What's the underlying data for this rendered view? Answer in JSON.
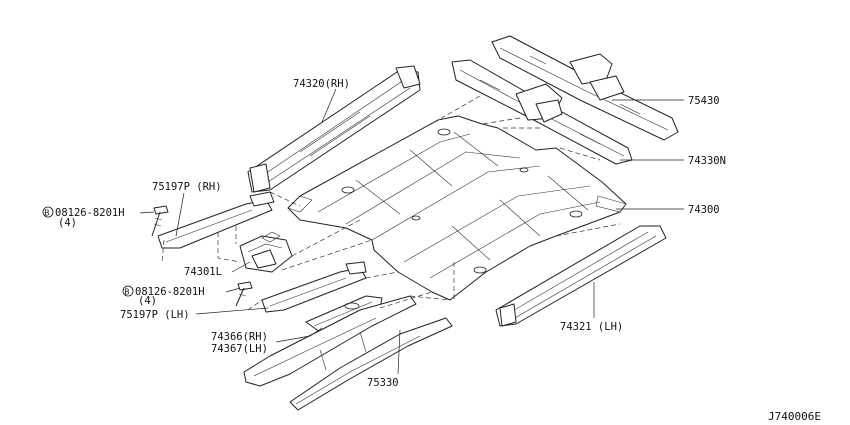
{
  "parts": {
    "p74320": "74320(RH)",
    "p75430": "75430",
    "p74330n": "74330N",
    "p74300": "74300",
    "p75197p_rh": "75197P (RH)",
    "bolt1_number": "08126-8201H",
    "bolt1_qty": "(4)",
    "p74301l": "74301L",
    "bolt2_number": "08126-8201H",
    "bolt2_qty": "(4)",
    "p75197p_lh": "75197P (LH)",
    "p74366_rh": "74366(RH)",
    "p74367_lh": "74367(LH)",
    "p75330": "75330",
    "p74321_lh": "74321 (LH)"
  },
  "bolt_symbol": "B",
  "diagram_code": "J740006E"
}
